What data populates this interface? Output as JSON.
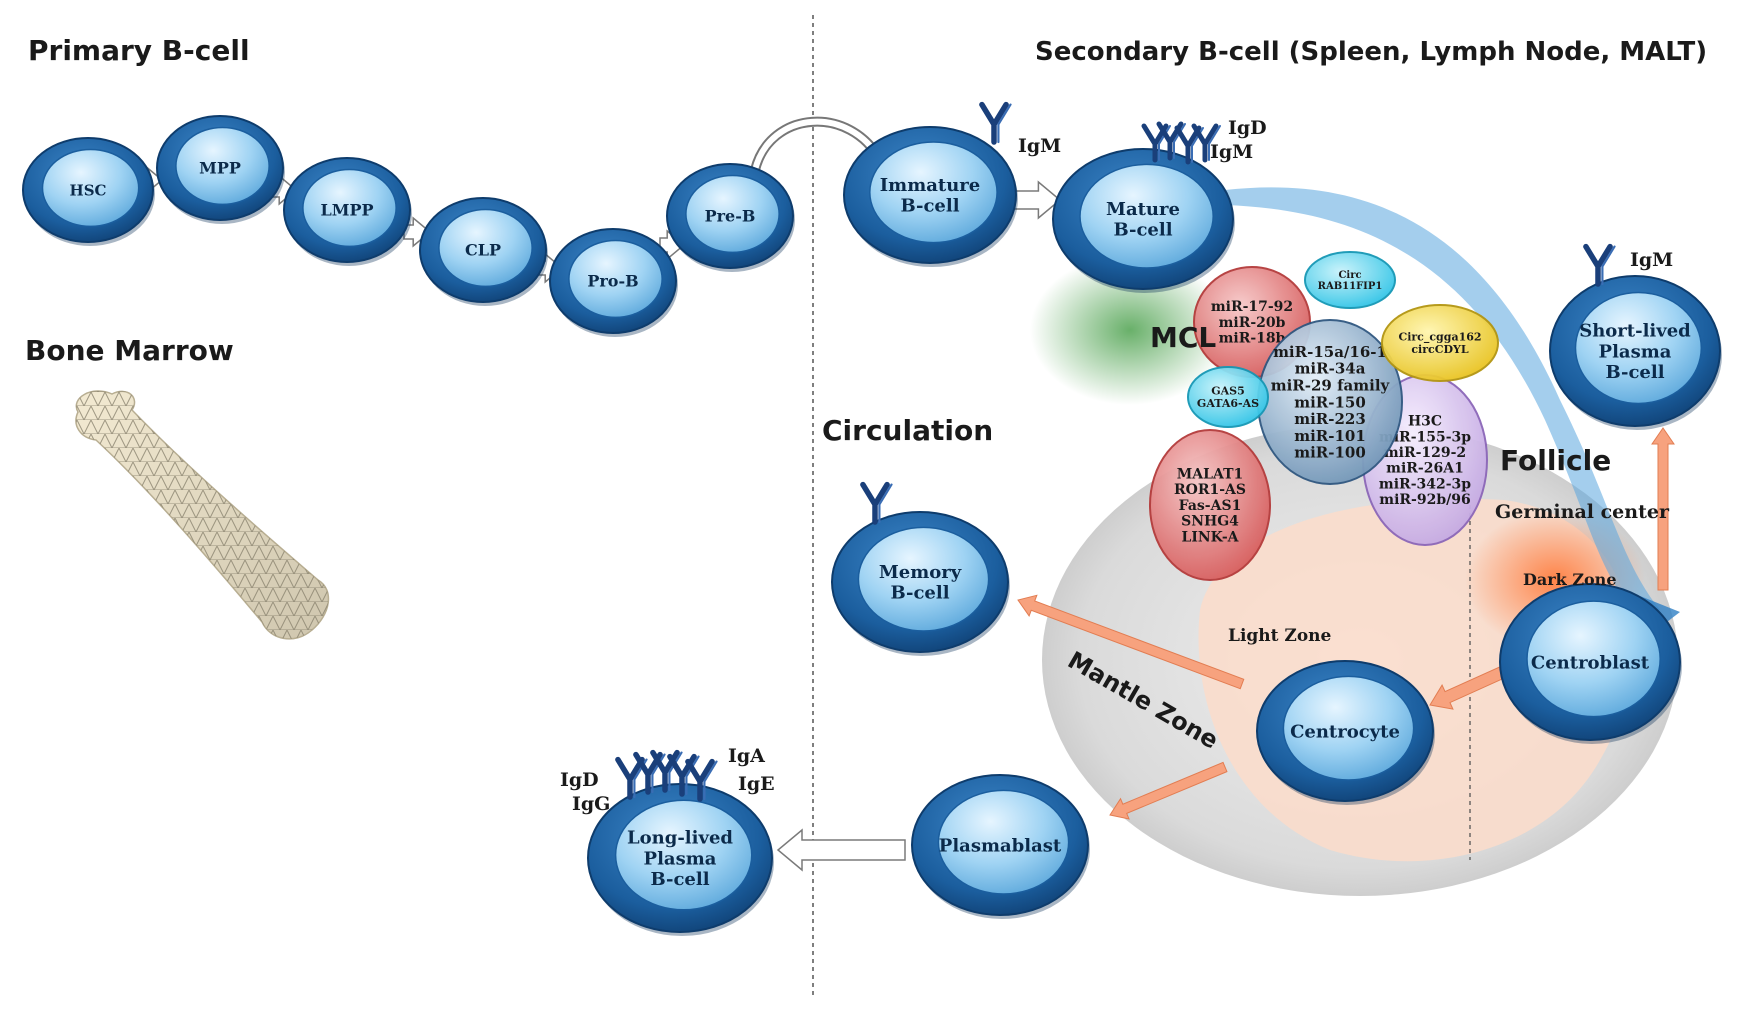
{
  "headers": {
    "primary": "Primary B-cell",
    "secondary": "Secondary B-cell (Spleen, Lymph Node, MALT)",
    "bone_marrow": "Bone Marrow",
    "circulation": "Circulation",
    "mcl": "MCL",
    "follicle": "Follicle"
  },
  "cells": {
    "hsc": [
      "HSC"
    ],
    "mpp": [
      "MPP"
    ],
    "lmpp": [
      "LMPP"
    ],
    "clp": [
      "CLP"
    ],
    "pro_b": [
      "Pro-B"
    ],
    "pre_b": [
      "Pre-B"
    ],
    "immature": [
      "Immature",
      "B-cell"
    ],
    "mature": [
      "Mature",
      "B-cell"
    ],
    "short_lived": [
      "Short-lived",
      "Plasma",
      "B-cell"
    ],
    "memory": [
      "Memory",
      "B-cell"
    ],
    "centroblast": [
      "Centroblast"
    ],
    "centrocyte": [
      "Centrocyte"
    ],
    "plasmablast": [
      "Plasmablast"
    ],
    "long_lived": [
      "Long-lived",
      "Plasma",
      "B-cell"
    ]
  },
  "antibodies": {
    "immature": "IgM",
    "mature_1": "IgD",
    "mature_2": "IgM",
    "short_lived": "IgM",
    "long_lived_igd": "IgD",
    "long_lived_igg": "IgG",
    "long_lived_iga": "IgA",
    "long_lived_ige": "IgE"
  },
  "zones": {
    "germinal_center": "Germinal center",
    "dark_zone": "Dark Zone",
    "light_zone": "Light Zone",
    "mantle_zone": "Mantle Zone"
  },
  "rna_groups": {
    "red_top": [
      "miR-17-92",
      "miR-20b",
      "miR-18b"
    ],
    "red_bottom": [
      "MALAT1",
      "ROR1-AS",
      "Fas-AS1",
      "SNHG4",
      "LINK-A"
    ],
    "cyan_left": [
      "GAS5",
      "GATA6-AS"
    ],
    "cyan_top": [
      "Circ",
      "RAB11FIP1"
    ],
    "yellow": [
      "Circ_cgga162",
      "circCDYL"
    ],
    "blue": [
      "miR-15a/16-1",
      "miR-34a",
      "miR-29 family",
      "miR-150",
      "miR-223",
      "miR-101",
      "miR-100"
    ],
    "purple": [
      "H3C",
      "miR-155-3p",
      "miR-129-2",
      "miR-26A1",
      "miR-342-3p",
      "miR-92b/96"
    ]
  },
  "colors": {
    "cell_dark": "#1a5a98",
    "cell_light": "#8ec8ee",
    "red_oval": "#e27b7b",
    "cyan_oval": "#4fd2ee",
    "yellow_oval": "#f0d240",
    "blue_oval": "#8fb0cc",
    "purple_oval": "#d7c3ec",
    "arrow_orange": "#f7a27e",
    "mcl_glow": "#5fae63"
  }
}
